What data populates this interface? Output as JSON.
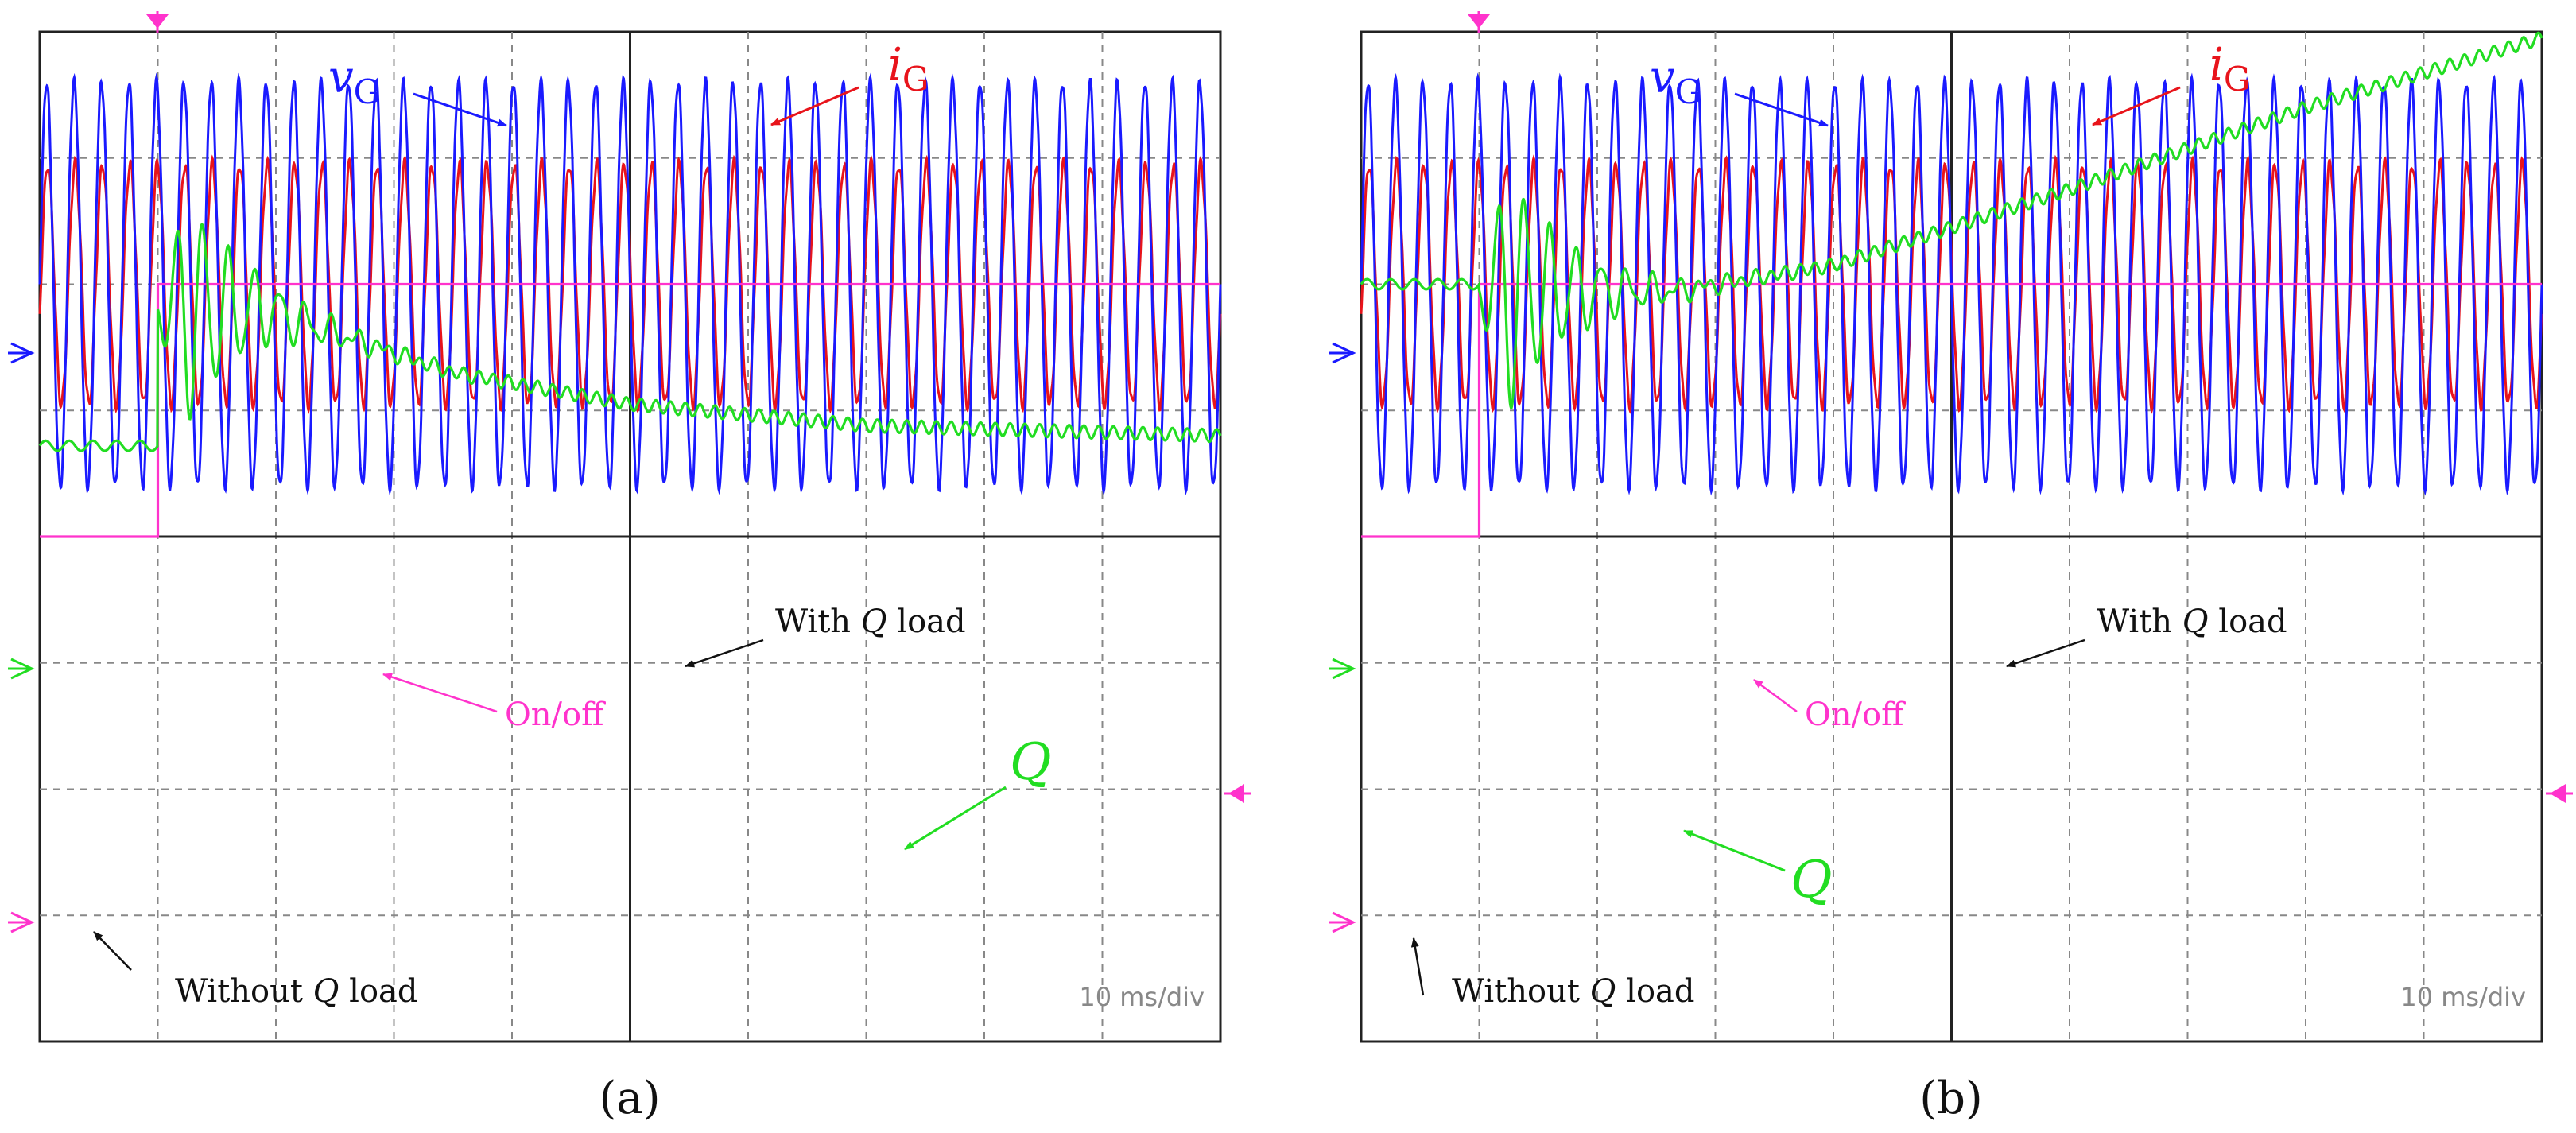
{
  "chart_data": [
    {
      "type": "line",
      "panel_label": "(a)",
      "time_scale": "10 ms/div",
      "series": [
        {
          "name": "vG",
          "symbol": "v",
          "subscript": "G",
          "color": "#1a1aff",
          "frequency_per_div": 4.3
        },
        {
          "name": "iG",
          "symbol": "i",
          "subscript": "G",
          "color": "#e8141b",
          "frequency_per_div": 4.3
        },
        {
          "name": "Q",
          "color": "#22dd22"
        },
        {
          "name": "On/off",
          "color": "#ff33cc"
        }
      ],
      "q_curve": {
        "pre_level": 3.28,
        "oscillation_start": 1.0,
        "oscillation_amplitude": 1.35,
        "decay_profile": [
          [
            1.9,
            2.2
          ],
          [
            3.5,
            2.7
          ],
          [
            5.0,
            2.95
          ],
          [
            7.0,
            3.12
          ],
          [
            10.0,
            3.2
          ]
        ]
      },
      "on_off": {
        "low": 4.0,
        "high": 2.0,
        "switch_time": 1.0
      },
      "annotations": [
        {
          "text_pre": "With ",
          "text_italic": "Q",
          "text_post": " load"
        },
        {
          "text": "On/off"
        },
        {
          "text": "Q"
        },
        {
          "text_pre": "Without ",
          "text_italic": "Q",
          "text_post": " load"
        }
      ]
    },
    {
      "type": "line",
      "panel_label": "(b)",
      "time_scale": "10 ms/div",
      "series": [
        {
          "name": "vG",
          "symbol": "v",
          "subscript": "G",
          "color": "#1a1aff",
          "frequency_per_div": 4.3
        },
        {
          "name": "iG",
          "symbol": "i",
          "subscript": "G",
          "color": "#e8141b",
          "frequency_per_div": 4.3
        },
        {
          "name": "Q",
          "color": "#22dd22"
        },
        {
          "name": "On/off",
          "color": "#ff33cc"
        }
      ],
      "q_curve": {
        "pre_level": 2.0,
        "oscillation_start": 1.0,
        "oscillation_amplitude": 1.45,
        "decay_profile": [
          [
            2.7,
            2.05
          ],
          [
            4.0,
            1.85
          ],
          [
            6.0,
            1.25
          ],
          [
            8.0,
            0.6
          ],
          [
            10.0,
            0.05
          ]
        ]
      },
      "on_off": {
        "low": 4.0,
        "high": 2.0,
        "switch_time": 1.0
      },
      "annotations": [
        {
          "text_pre": "With ",
          "text_italic": "Q",
          "text_post": " load"
        },
        {
          "text": "On/off"
        },
        {
          "text": "Q"
        },
        {
          "text_pre": "Without ",
          "text_italic": "Q",
          "text_post": " load"
        }
      ]
    }
  ]
}
